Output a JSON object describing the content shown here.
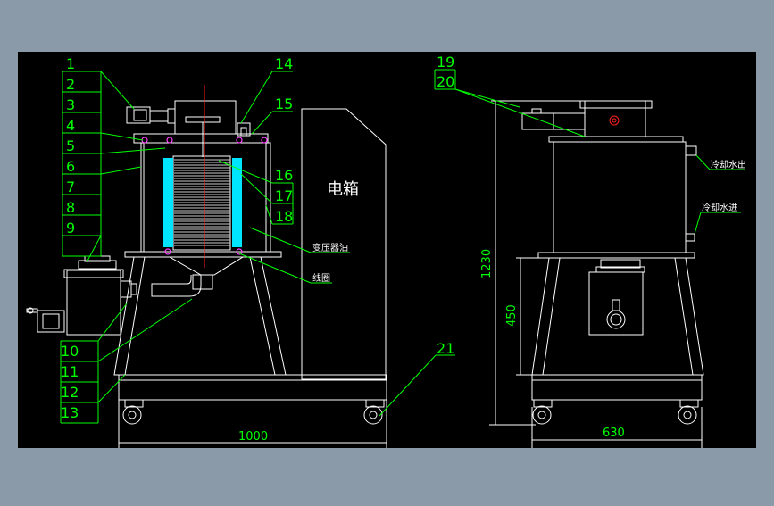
{
  "colors": {
    "background": "#8a9aa9",
    "canvas": "#000000",
    "line": "#ffffff",
    "leader": "#00ff00",
    "center": "#ff2020",
    "coil": "#00e5ff",
    "bolt": "#ff40ff",
    "label": "#00ff00"
  },
  "part_numbers": [
    "1",
    "2",
    "3",
    "4",
    "5",
    "6",
    "7",
    "8",
    "9",
    "10",
    "11",
    "12",
    "13",
    "14",
    "15",
    "16",
    "17",
    "18",
    "19",
    "20",
    "21"
  ],
  "labels": {
    "control_box": "电箱",
    "transformer_oil": "变压器油",
    "coil": "线圈",
    "cooling_water_out": "冷却水出",
    "cooling_water_in": "冷却水进"
  },
  "dimensions": {
    "front_width": "1000",
    "side_width": "630",
    "total_height": "1230",
    "base_height": "450"
  }
}
